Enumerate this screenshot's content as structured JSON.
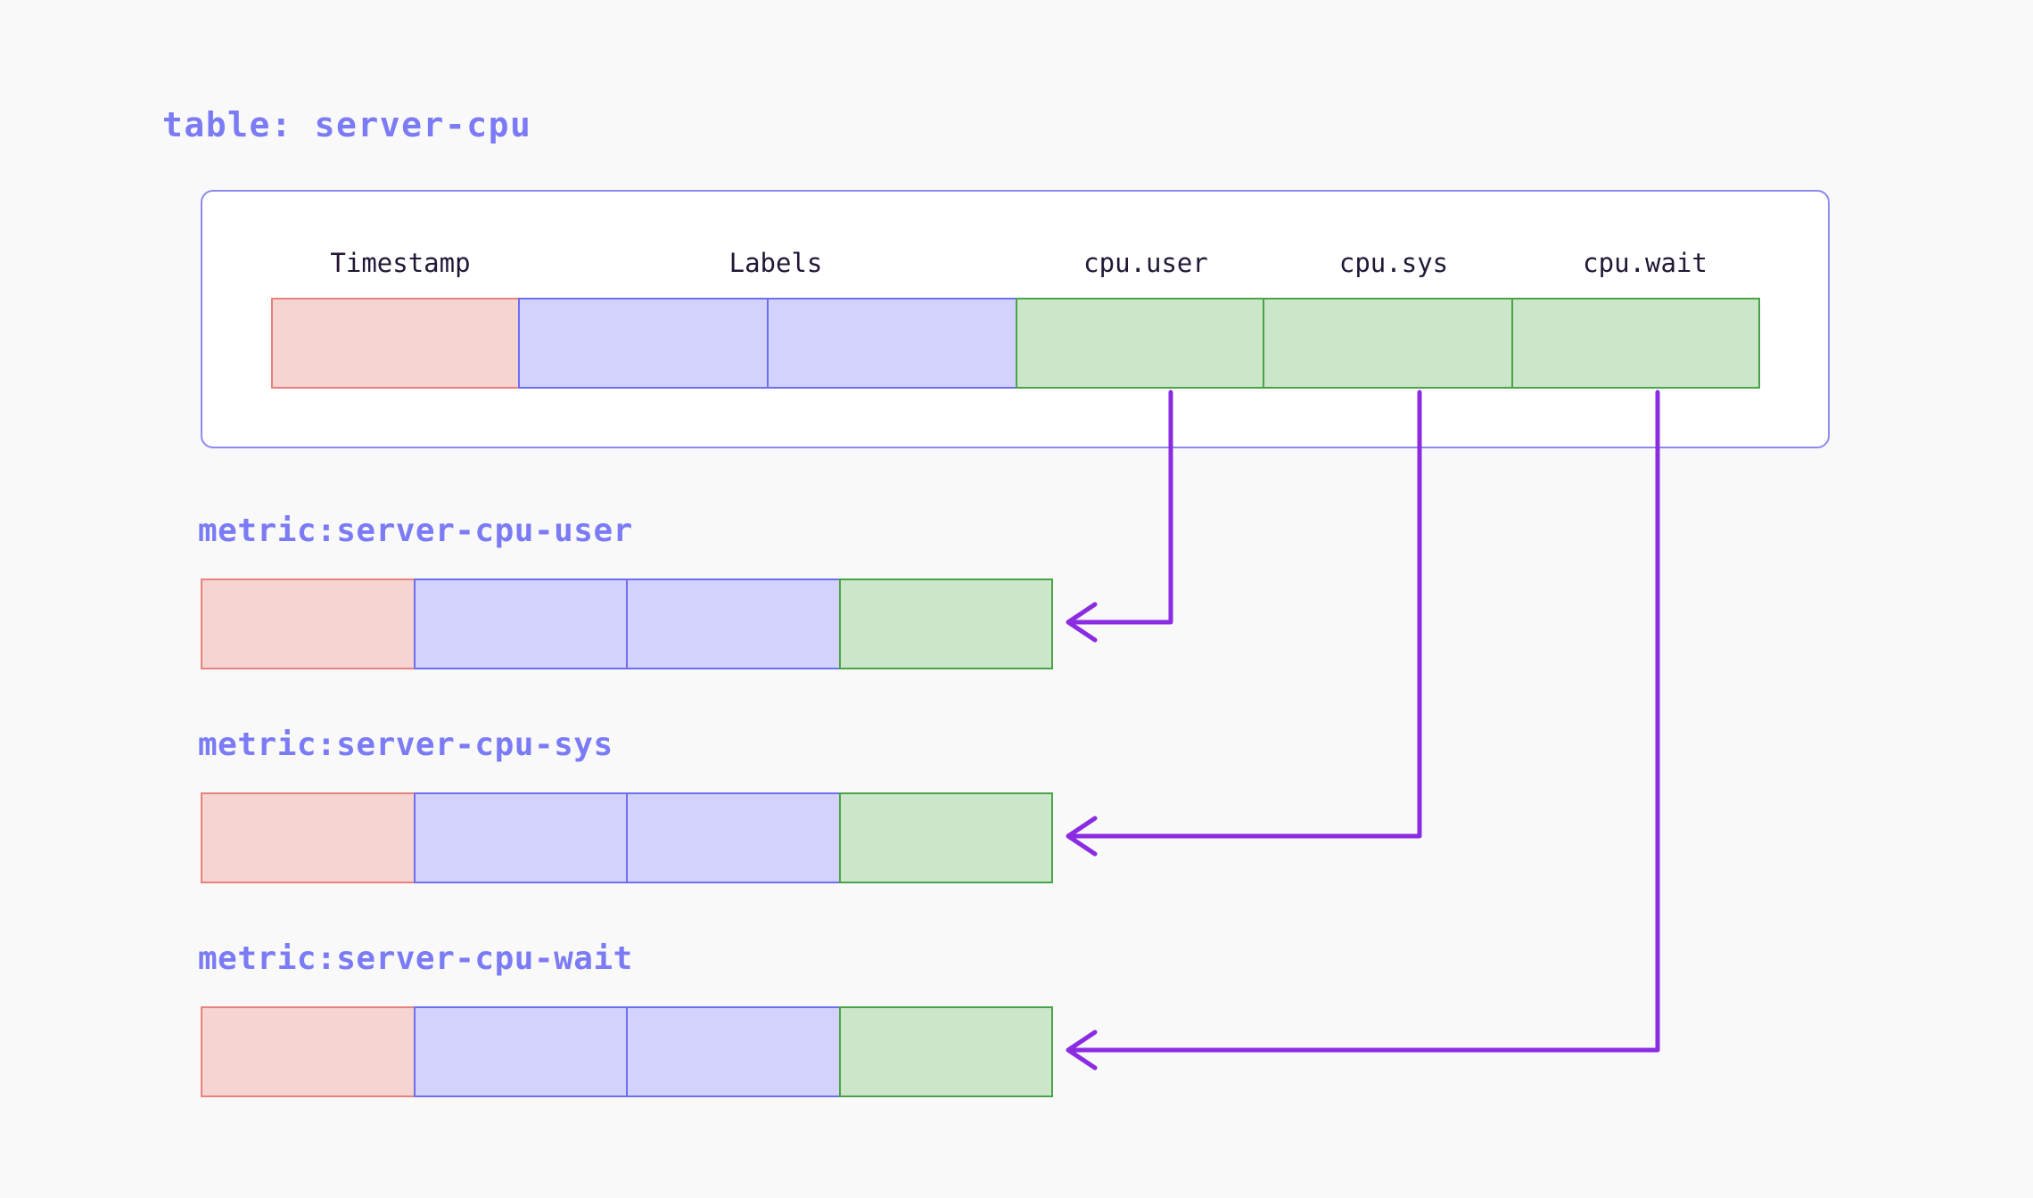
{
  "page": {
    "background_color": "#f9f9f9",
    "title_color": "#7b7bf5",
    "arrow_color": "#8b2be2"
  },
  "table": {
    "title": "table: server-cpu",
    "card_border_color": "#8a8af0",
    "card_background": "#ffffff",
    "columns": [
      {
        "header": "Timestamp",
        "kind": "timestamp",
        "color": "pink"
      },
      {
        "header": "Labels",
        "kind": "labels",
        "color": "lavender"
      },
      {
        "header": "",
        "kind": "labels",
        "color": "lavender"
      },
      {
        "header": "cpu.user",
        "kind": "value",
        "color": "green"
      },
      {
        "header": "cpu.sys",
        "kind": "value",
        "color": "green"
      },
      {
        "header": "cpu.wait",
        "kind": "value",
        "color": "green"
      }
    ],
    "header_labels": [
      "Timestamp",
      "Labels",
      "cpu.user",
      "cpu.sys",
      "cpu.wait"
    ]
  },
  "metrics": [
    {
      "title": "metric:server-cpu-user",
      "source_column": "cpu.user",
      "cells": [
        "pink",
        "lavender",
        "lavender",
        "green"
      ]
    },
    {
      "title": "metric:server-cpu-sys",
      "source_column": "cpu.sys",
      "cells": [
        "pink",
        "lavender",
        "lavender",
        "green"
      ]
    },
    {
      "title": "metric:server-cpu-wait",
      "source_column": "cpu.wait",
      "cells": [
        "pink",
        "lavender",
        "lavender",
        "green"
      ]
    }
  ],
  "palette": {
    "pink_fill": "#f6d4d2",
    "pink_border": "#e8817b",
    "lavender_fill": "#d2d2fc",
    "lavender_border": "#6e6ef0",
    "green_fill": "#cbe6c9",
    "green_border": "#49a349"
  }
}
